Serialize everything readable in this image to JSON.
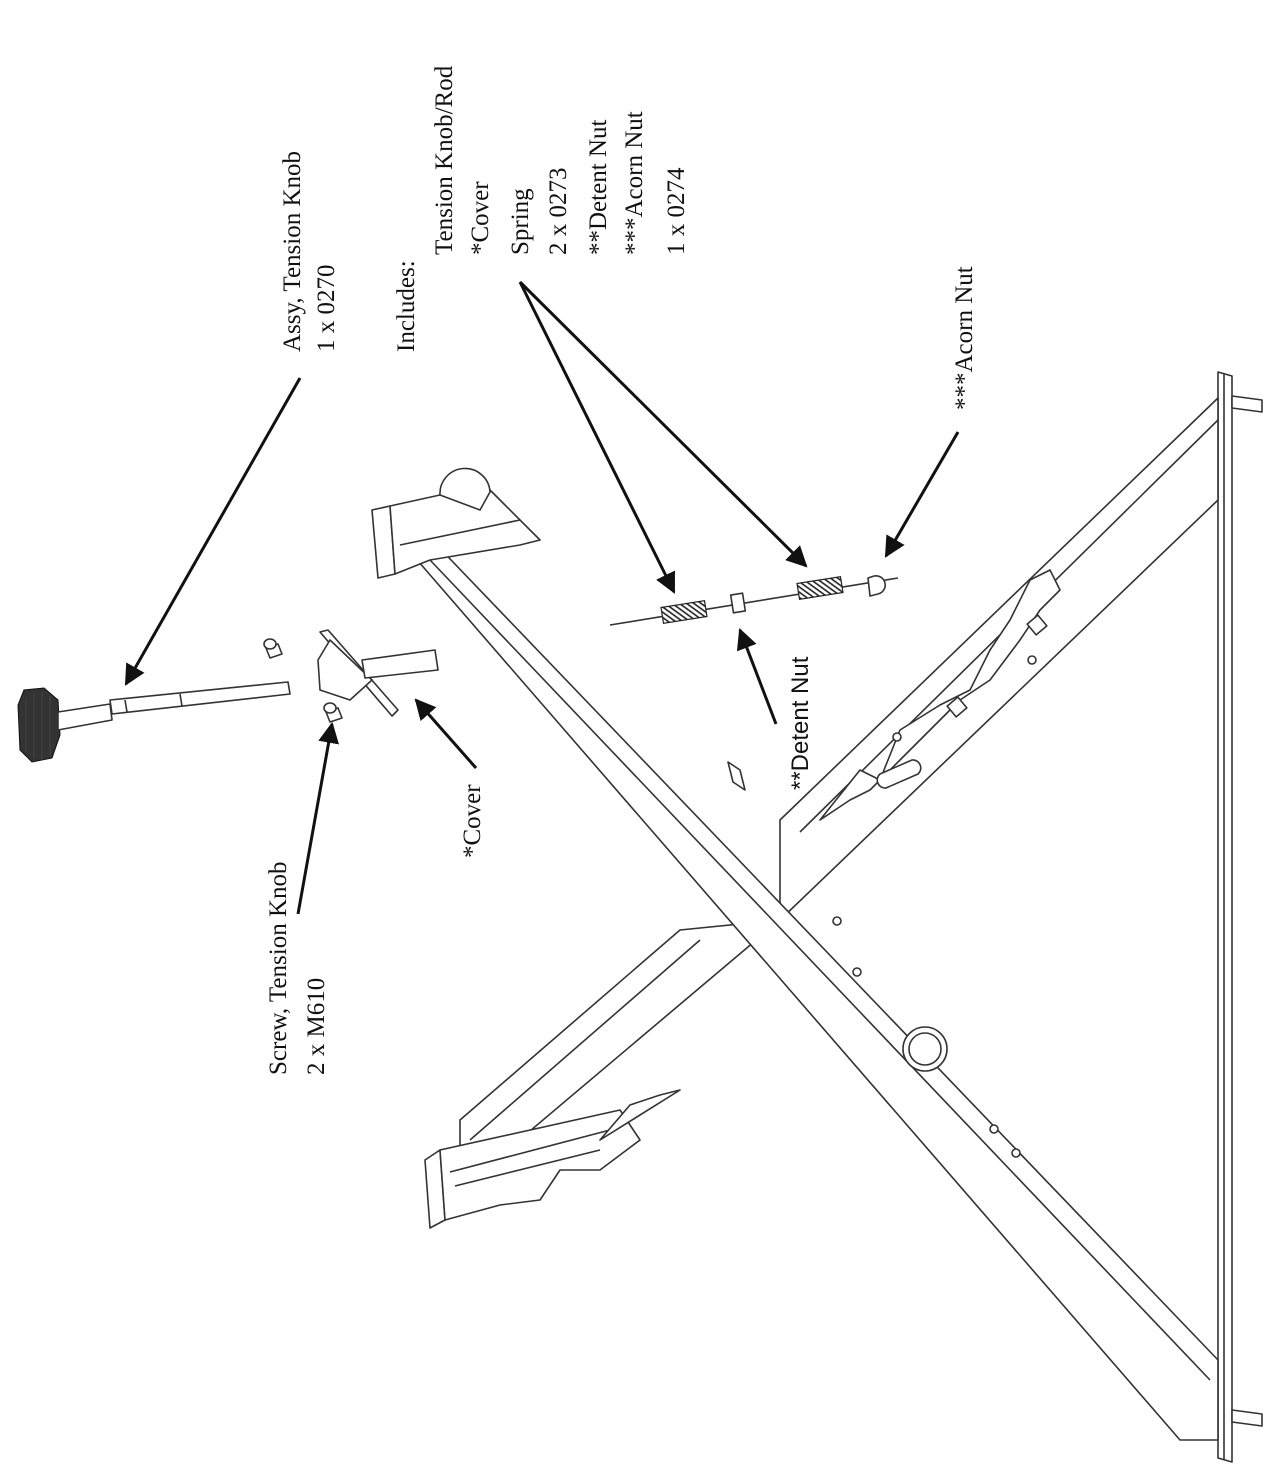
{
  "labels": {
    "tension_knob_assy": {
      "line1": "Assy, Tension Knob",
      "line2": "1 x 0270"
    },
    "includes": {
      "heading": "Includes:",
      "items": [
        "Tension Knob/Rod",
        "*Cover",
        "Spring",
        "2 x 0273",
        "**Detent Nut",
        "***Acorn Nut",
        "1 x 0274"
      ]
    },
    "acorn_nut": "***Acorn Nut",
    "detent_nut": "**Detent Nut",
    "cover": "*Cover",
    "screw": {
      "line1": "Screw, Tension Knob",
      "line2": "2 x M610"
    }
  },
  "colors": {
    "line": "#333333",
    "background": "#ffffff",
    "text": "#111111"
  }
}
